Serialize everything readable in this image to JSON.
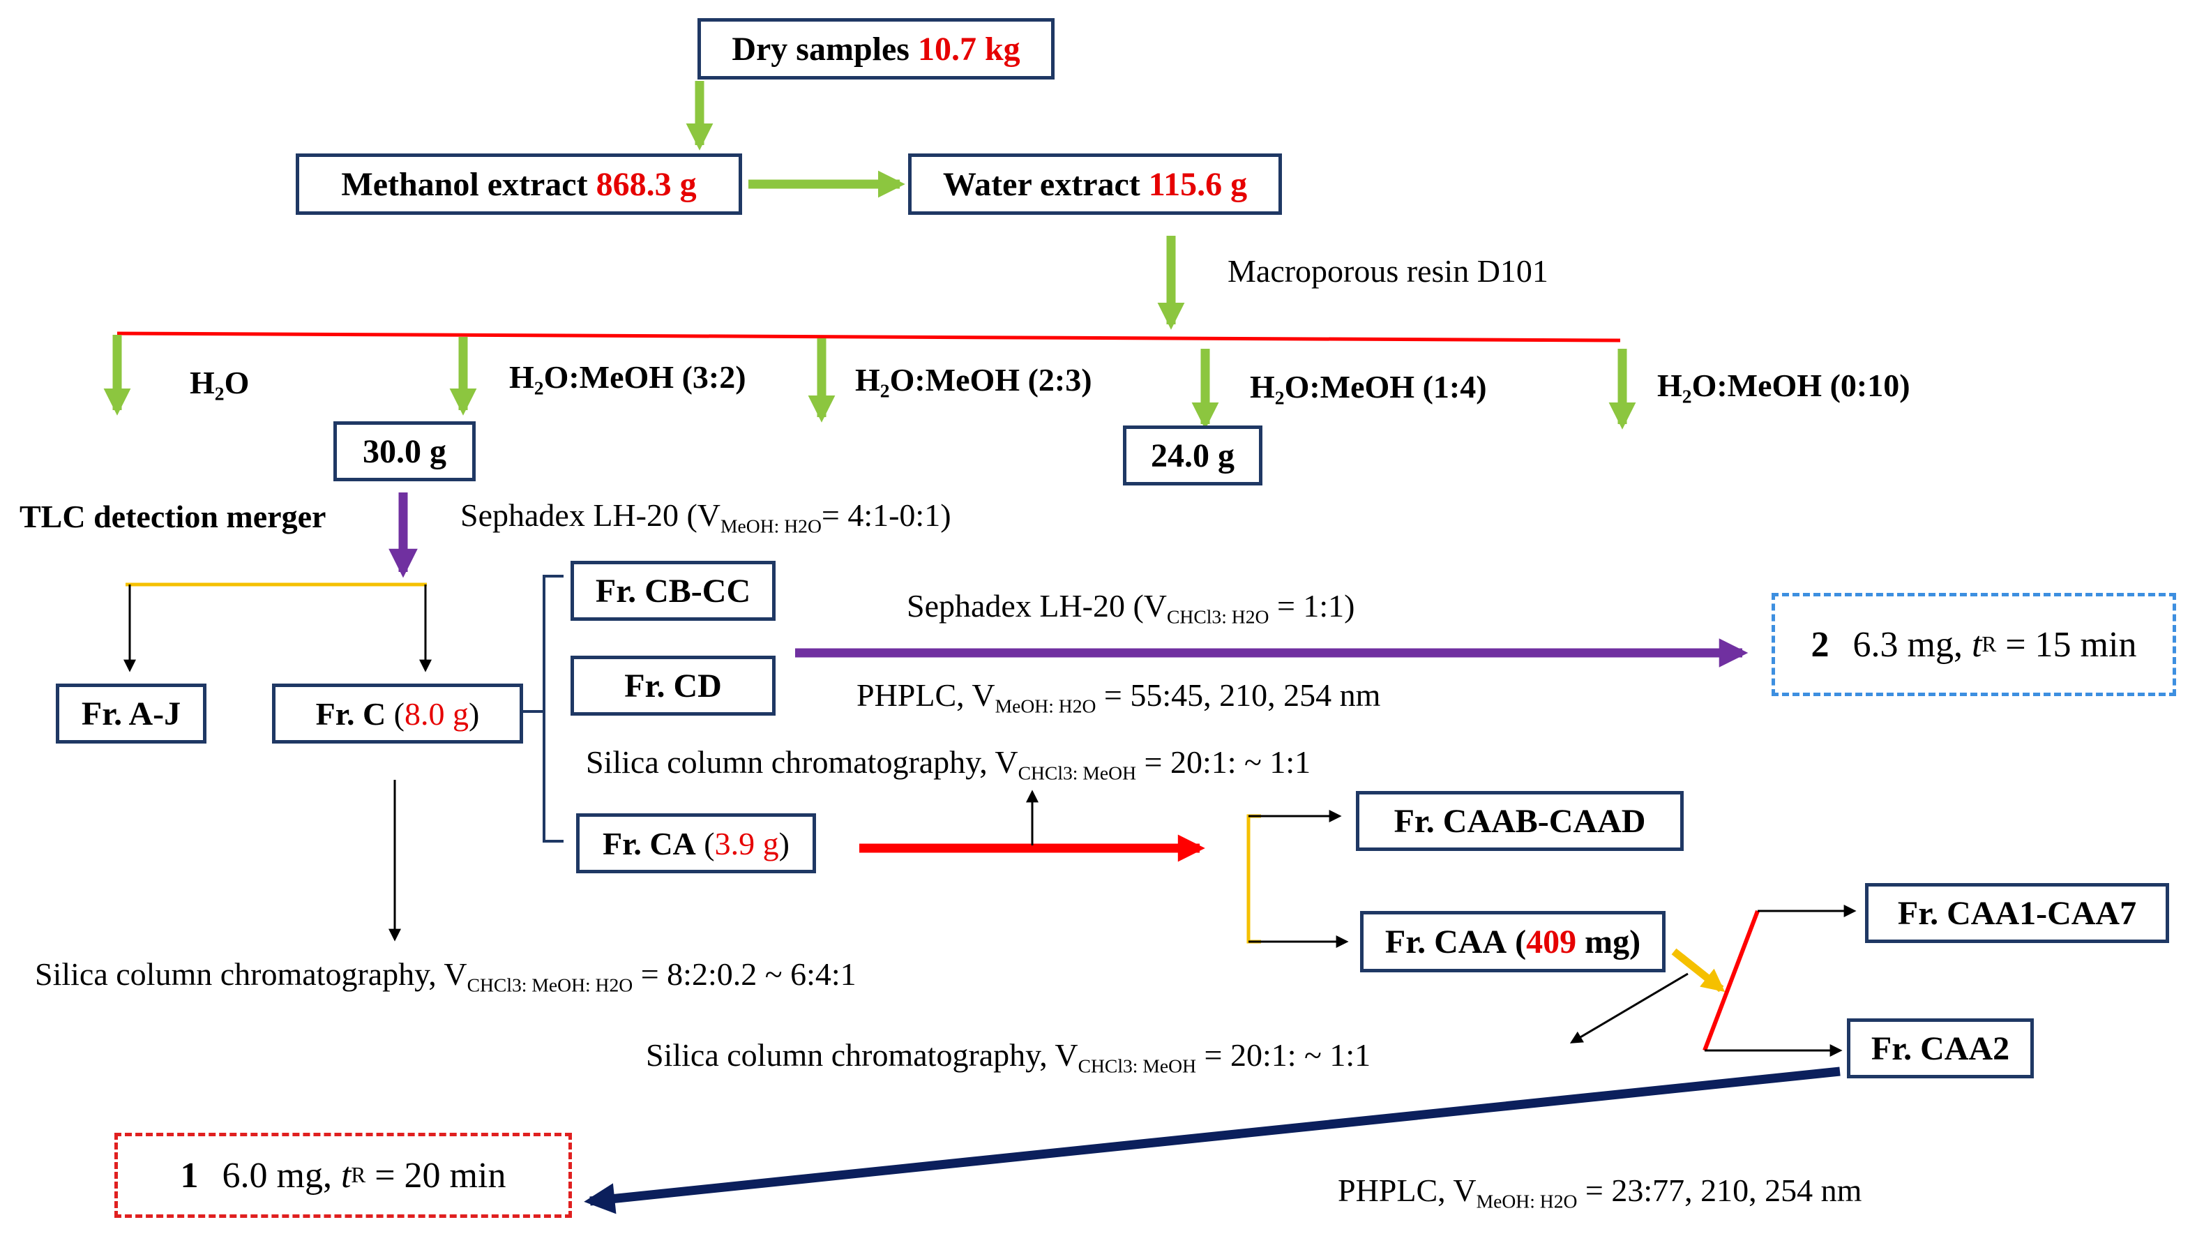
{
  "nodes": {
    "dry_samples": {
      "label": "Dry samples",
      "amount": "10.7 kg"
    },
    "methanol_extract": {
      "label": "Methanol extract",
      "amount": "868.3 g"
    },
    "water_extract": {
      "label": "Water extract",
      "amount": "115.6 g"
    },
    "mass_30": {
      "label": "30.0 g"
    },
    "mass_24": {
      "label": "24.0 g"
    },
    "fr_aj": {
      "label": "Fr. A-J"
    },
    "fr_c": {
      "label": "Fr. C",
      "open": "(",
      "amount": "8.0 g",
      "close": ")"
    },
    "fr_cbcc": {
      "label": "Fr. CB-CC"
    },
    "fr_cd": {
      "label": "Fr. CD"
    },
    "fr_ca": {
      "label": "Fr. CA",
      "open": "(",
      "amount": "3.9 g",
      "close": ")"
    },
    "fr_caab": {
      "label": "Fr. CAAB-CAAD"
    },
    "fr_caa": {
      "label": "Fr. CAA",
      "open": "(",
      "amount": "409",
      "unit": "mg)"
    },
    "fr_caa17": {
      "label": "Fr. CAA1-CAA7"
    },
    "fr_caa2": {
      "label": "Fr. CAA2"
    },
    "compound_2": {
      "number": "2",
      "mass": "6.3 mg,",
      "t": "t",
      "sub": "R",
      "rest": "= 15 min"
    },
    "compound_1": {
      "number": "1",
      "mass": "6.0 mg,",
      "t": "t",
      "sub": "R",
      "rest": "= 20 min"
    }
  },
  "eluents": {
    "h2o": {
      "a": "H",
      "b": "2",
      "c": "O"
    },
    "e32": {
      "a": "H",
      "b": "2",
      "c": "O:MeOH (3:2)"
    },
    "e23": {
      "a": "H",
      "b": "2",
      "c": "O:MeOH (2:3)"
    },
    "e14": {
      "a": "H",
      "b": "2",
      "c": "O:MeOH (1:4)"
    },
    "e010": {
      "a": "H",
      "b": "2",
      "c": "O:MeOH (0:10)"
    }
  },
  "labels": {
    "resin": "Macroporous resin D101",
    "tlc": "TLC detection merger",
    "sephadex1": {
      "a": "Sephadex LH-20 (V",
      "sub": "MeOH: H2O",
      "b": "= 4:1-0:1)"
    },
    "sephadex2": {
      "a": "Sephadex LH-20 (V",
      "sub": "CHCl3: H2O",
      "b": " = 1:1)"
    },
    "phplc1": {
      "a": "PHPLC, V",
      "sub": "MeOH: H2O",
      "b": " = 55:45, 210, 254 nm"
    },
    "silica1": {
      "a": "Silica column chromatography, V",
      "sub": "CHCl3: MeOH",
      "b": " = 20:1: ~ 1:1"
    },
    "silica2": {
      "a": "Silica column chromatography, V",
      "sub": "CHCl3: MeOH: H2O",
      "b": " = 8:2:0.2 ~ 6:4:1"
    },
    "silica3": {
      "a": "Silica column chromatography, V",
      "sub": "CHCl3: MeOH",
      "b": " = 20:1: ~ 1:1"
    },
    "phplc2": {
      "a": "PHPLC, V",
      "sub": "MeOH: H2O",
      "b": " = 23:77, 210, 254 nm"
    }
  },
  "colors": {
    "green_arrow": "#8cc63f",
    "red_line": "#ff0000",
    "purple_arrow": "#7030a0",
    "yellow_line": "#f5c000",
    "navy_arrow": "#0b1f5c",
    "box_border": "#1f3864",
    "highlight_red": "#e60000",
    "dash_blue": "#3d8fe0",
    "dash_red": "#e02020"
  }
}
